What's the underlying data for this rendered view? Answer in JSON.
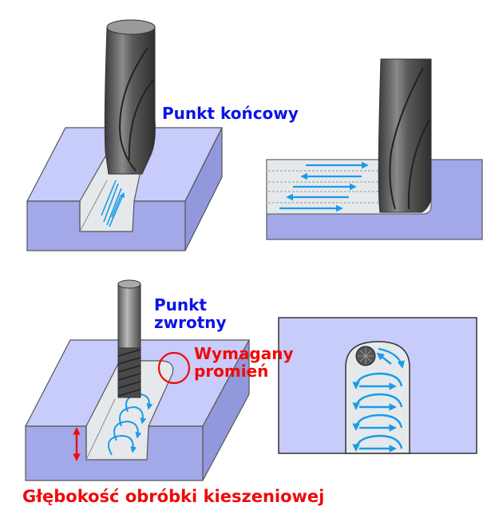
{
  "labels": {
    "end_point": "Punkt końcowy",
    "turn_point_line1": "Punkt",
    "turn_point_line2": "zwrotny",
    "required_radius_line1": "Wymagany",
    "required_radius_line2": "promień",
    "pocket_depth": "Głębokość obróbki kieszeniowej"
  },
  "colors": {
    "block_top": "#c8ccfa",
    "block_front": "#a3a8e8",
    "block_side": "#9298dc",
    "slot_floor": "#e6e9ec",
    "tool_dark": "#4a4a4a",
    "arrow_blue": "#1a9be8",
    "label_blue": "#0a14e6",
    "label_red": "#f00a0a"
  },
  "panels": [
    {
      "id": "slotting-3d",
      "description": "End mill plunged into slot in block, blue zigzag arrows on slot floor"
    },
    {
      "id": "side-milling-section",
      "description": "Cross-section with end mill, alternating left/right blue arrows between dashed layers",
      "arrow_directions": [
        "right",
        "left",
        "right",
        "left",
        "right"
      ]
    },
    {
      "id": "pocket-3d",
      "description": "Small end mill in pocket, circular trochoidal blue arrows, red depth arrow and red radius circle"
    },
    {
      "id": "pocket-top-view",
      "description": "Top view of pocket with rounded end, tool at top, circular arrow path",
      "loops": 4
    }
  ]
}
